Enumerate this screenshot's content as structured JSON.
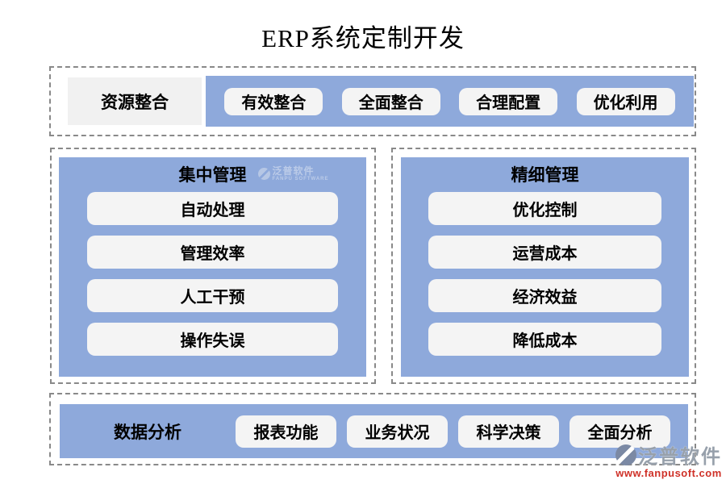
{
  "page": {
    "title": "ERP系统定制开发"
  },
  "colors": {
    "panel_blue": "#8EA9DB",
    "chip_bg": "#F4F4F4",
    "label_bg": "#F1F1F1",
    "dash_gray": "#898989",
    "watermark_gray": "#97A0AB",
    "watermark_red": "#CF3128"
  },
  "sections": {
    "integration": {
      "label": "资源整合",
      "items": [
        {
          "label": "有效整合"
        },
        {
          "label": "全面整合"
        },
        {
          "label": "合理配置"
        },
        {
          "label": "优化利用"
        }
      ]
    },
    "centralized": {
      "title": "集中管理",
      "items": [
        {
          "label": "自动处理"
        },
        {
          "label": "管理效率"
        },
        {
          "label": "人工干预"
        },
        {
          "label": "操作失误"
        }
      ]
    },
    "refined": {
      "title": "精细管理",
      "items": [
        {
          "label": "优化控制"
        },
        {
          "label": "运营成本"
        },
        {
          "label": "经济效益"
        },
        {
          "label": "降低成本"
        }
      ]
    },
    "analysis": {
      "label": "数据分析",
      "items": [
        {
          "label": "报表功能"
        },
        {
          "label": "业务状况"
        },
        {
          "label": "科学决策"
        },
        {
          "label": "全面分析"
        }
      ]
    }
  },
  "watermark": {
    "brand": "泛普软件",
    "url": "www.fanpusoft.com",
    "inline_brand": "泛普软件",
    "inline_sub": "FANPU SOFTWARE"
  }
}
